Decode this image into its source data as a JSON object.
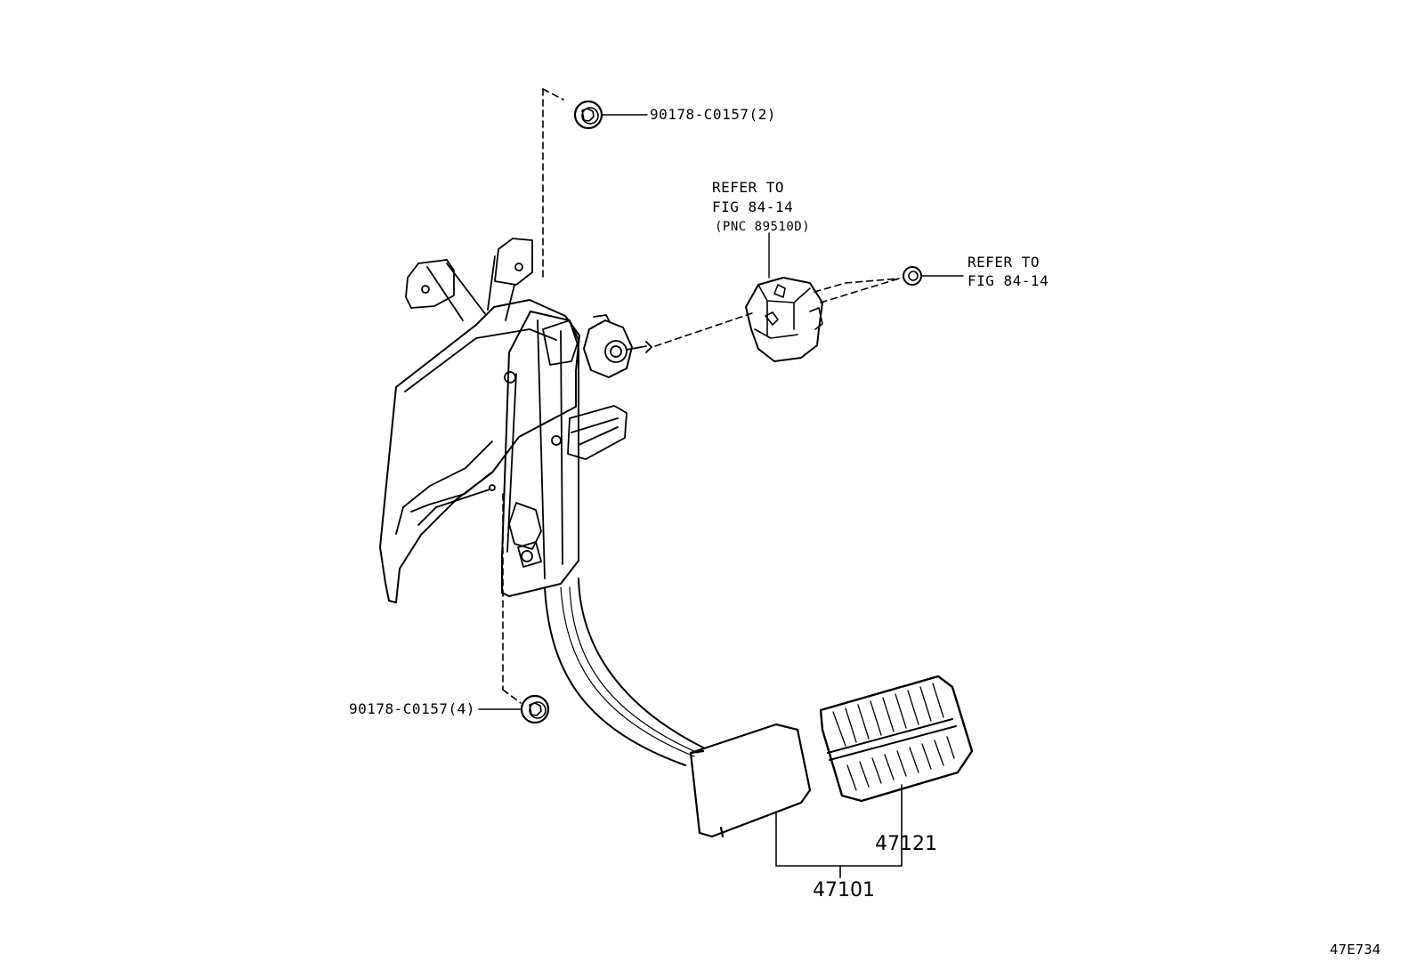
{
  "labels": {
    "bolt_top": "90178-C0157(2)",
    "bolt_bottom": "90178-C0157(4)",
    "refer_switch_line1": "REFER TO",
    "refer_switch_line2": "FIG 84-14",
    "refer_switch_pnc": "(PNC 89510D)",
    "refer_nut_line1": "REFER TO",
    "refer_nut_line2": "FIG 84-14",
    "pedal_pad": "47121",
    "pedal_assy": "47101",
    "figure_code": "47E734"
  },
  "colors": {
    "line": "#000000",
    "background": "#ffffff"
  }
}
